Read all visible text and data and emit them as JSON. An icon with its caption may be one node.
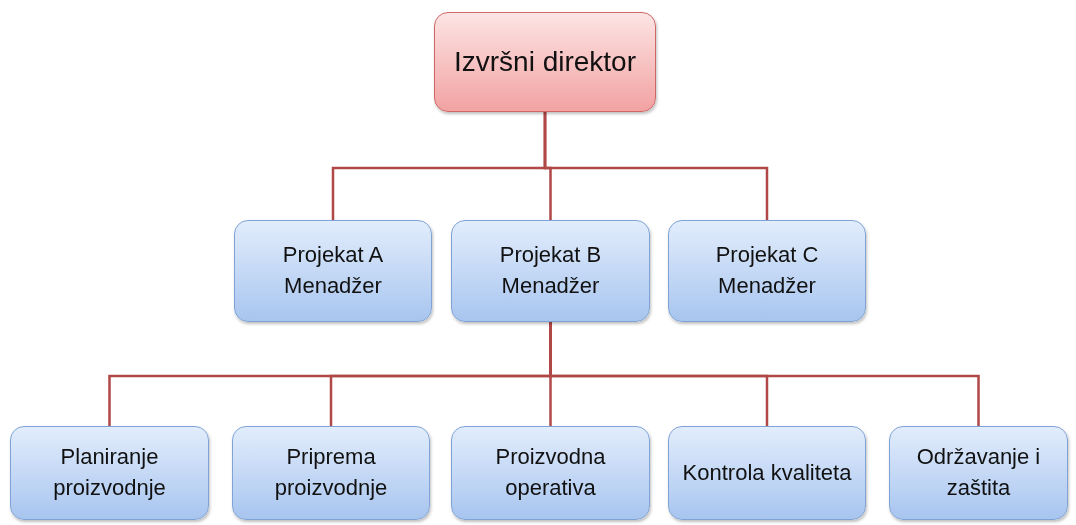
{
  "diagram": {
    "nodes": [
      {
        "text": [
          "Izvršni direktor"
        ]
      },
      {
        "text": [
          "Projekat A Menadžer"
        ]
      },
      {
        "text": [
          "Projekat B Menadžer"
        ]
      },
      {
        "text": [
          "Projekat C Menadžer"
        ]
      },
      {
        "text": [
          "Planiranje proizvodnje"
        ]
      },
      {
        "text": [
          "Priprema proizvodnje"
        ]
      },
      {
        "text": [
          "Proizvodna operativa"
        ]
      },
      {
        "text": [
          "Kontrola kvaliteta"
        ]
      },
      {
        "text": [
          "Održavanje i zaštita"
        ]
      }
    ],
    "edges": [
      {
        "from": 0,
        "to": 1,
        "arrow": "none"
      },
      {
        "from": 0,
        "to": 2,
        "arrow": "none"
      },
      {
        "from": 0,
        "to": 3,
        "arrow": "none"
      },
      {
        "from": 2,
        "to": 4,
        "arrow": "none"
      },
      {
        "from": 2,
        "to": 5,
        "arrow": "none"
      },
      {
        "from": 2,
        "to": 6,
        "arrow": "none"
      },
      {
        "from": 2,
        "to": 7,
        "arrow": "none"
      },
      {
        "from": 2,
        "to": 8,
        "arrow": "none"
      }
    ]
  }
}
